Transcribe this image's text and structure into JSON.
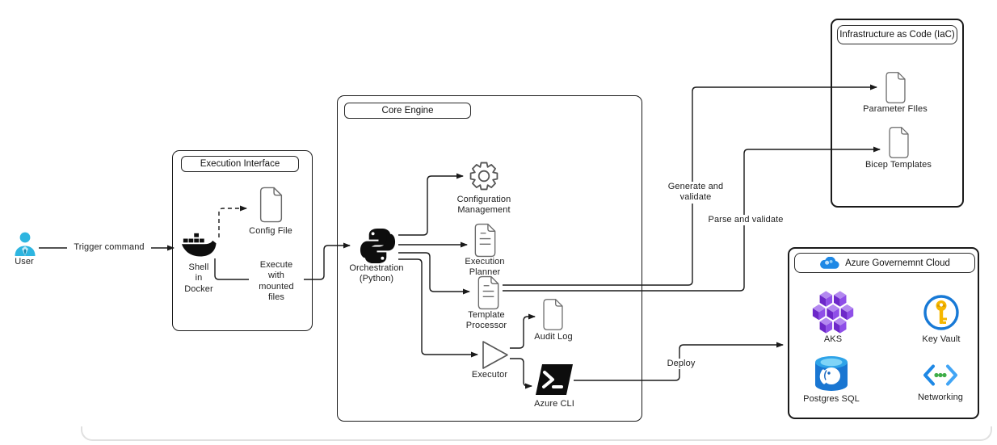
{
  "user": {
    "label": "User"
  },
  "edges": {
    "trigger_command": "Trigger command",
    "execute_with_mounted_files": "Execute\nwith\nmounted\nfiles",
    "generate_and_validate": "Generate and validate",
    "parse_and_validate": "Parse and validate",
    "deploy": "Deploy"
  },
  "execution_interface": {
    "title": "Execution Interface",
    "config_file": "Config File",
    "shell_in_docker": "Shell\nin\nDocker"
  },
  "core_engine": {
    "title": "Core Engine",
    "orchestration": "Orchestration\n(Python)",
    "configuration_management": "Configuration\nManagement",
    "execution_planner": "Execution\nPlanner",
    "template_processor": "Template\nProcessor",
    "executor": "Executor",
    "audit_log": "Audit Log",
    "azure_cli": "Azure CLI"
  },
  "iac": {
    "title": "Infrastructure as Code (IaC)",
    "parameter_files": "Parameter FIles",
    "bicep_templates": "Bicep Templates"
  },
  "cloud": {
    "title": "Azure Governemnt Cloud",
    "aks": "AKS",
    "key_vault": "Key Vault",
    "postgres": "Postgres SQL",
    "networking": "Networking"
  },
  "colors": {
    "line": "#1a1a1a",
    "user_blue": "#2eb5e0",
    "aks_purple": "#8f4fe8",
    "keyvault_blue": "#1779d6",
    "key_gold": "#f6b700",
    "postgres_blue": "#1976d2",
    "network_blue": "#1e88e5",
    "network_green": "#3fae49",
    "cloud_blue": "#1e88e5"
  }
}
